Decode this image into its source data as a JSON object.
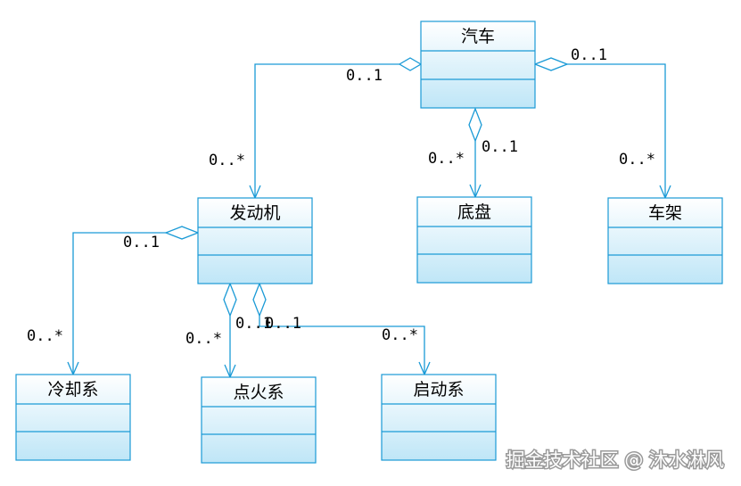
{
  "classes": {
    "car": "汽车",
    "engine": "发动机",
    "chassis": "底盘",
    "frame": "车架",
    "cooling": "冷却系",
    "ignition": "点火系",
    "starter": "启动系"
  },
  "multiplicities": {
    "car_engine_whole": "0..1",
    "car_engine_part": "0..*",
    "car_chassis_whole": "0..1",
    "car_chassis_part": "0..*",
    "car_frame_whole": "0..1",
    "car_frame_part": "0..*",
    "engine_cooling_whole": "0..1",
    "engine_cooling_part": "0..*",
    "engine_ignition_whole": "0..1",
    "engine_ignition_part": "0..*",
    "engine_starter_whole": "0..1",
    "engine_starter_part": "0..*"
  },
  "watermark": "掘金技术社区 @ 沐水淋风",
  "colors": {
    "line": "#1a9ad6",
    "box_top": "#ffffff",
    "box_bottom": "#bfe6f7"
  }
}
